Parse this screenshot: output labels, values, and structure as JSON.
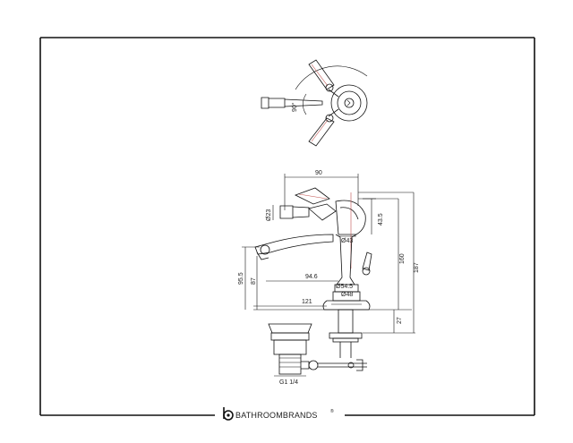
{
  "dimensions": {
    "spout_reach": "90",
    "handle_angle": "90°",
    "handle_dia": "Ø23",
    "head_dia": "Ø43",
    "head_height": "43.5",
    "outlet_reach": "94.6",
    "body_dia_top": "Ø54.5",
    "base_dia": "Ø48",
    "outlet_height": "87",
    "spout_height": "95.5",
    "base_reach": "121",
    "overall_height": "187",
    "body_height": "160",
    "shank_length": "27",
    "waste_thread": "G1 1/4"
  },
  "brand": {
    "name": "BATHROOMBRANDS",
    "mark": "®"
  }
}
